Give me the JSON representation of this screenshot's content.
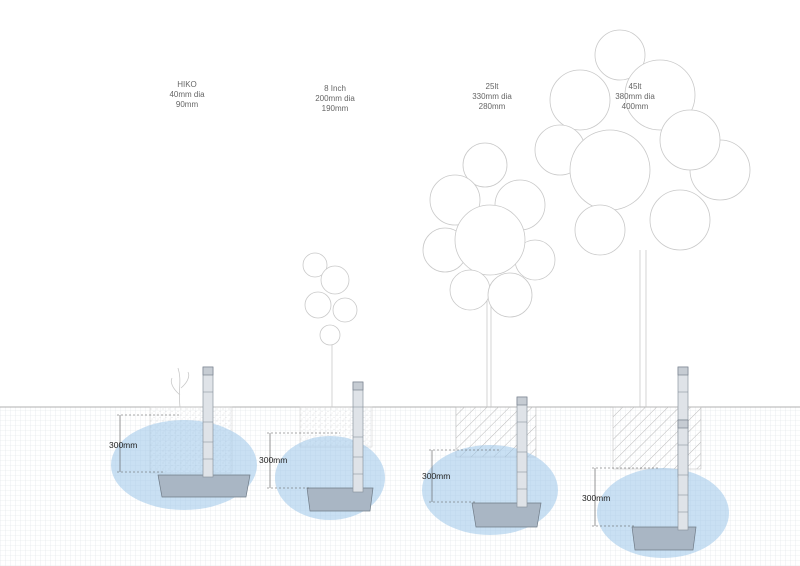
{
  "units": [
    {
      "name": "HIKO",
      "diameter": "40mm dia",
      "depth": "90mm",
      "dimension": "300mm"
    },
    {
      "name": "8 Inch",
      "diameter": "200mm dia",
      "depth": "190mm",
      "dimension": "300mm"
    },
    {
      "name": "25lt",
      "diameter": "330mm dia",
      "depth": "280mm",
      "dimension": "300mm"
    },
    {
      "name": "45lt",
      "diameter": "380mm dia",
      "depth": "400mm",
      "dimension": "300mm"
    }
  ],
  "colors": {
    "water": "#9cc6ea",
    "ground_line": "#999999",
    "grid": "#d9dde3",
    "pot": "#a9b6c4"
  }
}
